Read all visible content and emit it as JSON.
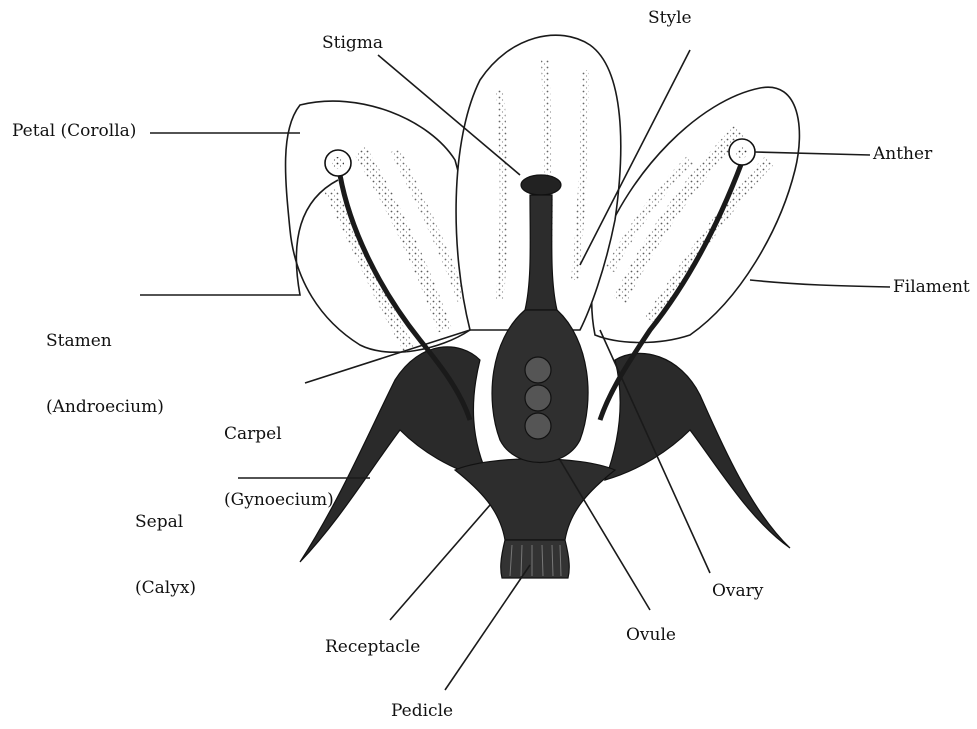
{
  "labels": {
    "stigma": "Stigma",
    "style": "Style",
    "petal": "Petal (Corolla)",
    "anther": "Anther",
    "filament": "Filament",
    "stamen_line1": "Stamen",
    "stamen_line2": "(Androecium)",
    "carpel_line1": "Carpel",
    "carpel_line2": "(Gynoecium)",
    "sepal_line1": "Sepal",
    "sepal_line2": "(Calyx)",
    "ovary": "Ovary",
    "receptacle": "Receptacle",
    "ovule": "Ovule",
    "pedicle": "Pedicle"
  },
  "colors": {
    "ink": "#1a1a1a",
    "paper": "#ffffff"
  }
}
